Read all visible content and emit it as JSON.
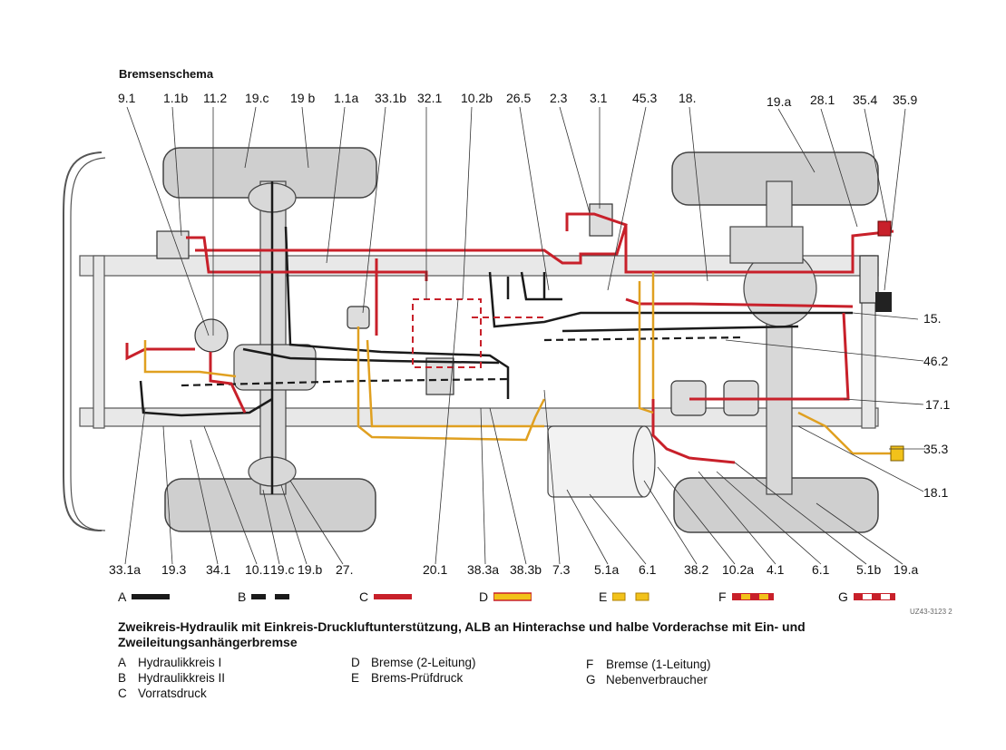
{
  "header": {
    "title": "Bremsenschema"
  },
  "top_labels": [
    "9.1",
    "1.1b",
    "11.2",
    "19.c",
    "19 b",
    "1.1a",
    "33.1b",
    "32.1",
    "10.2b",
    "26.5",
    "2.3",
    "3.1",
    "45.3",
    "18.",
    "19.a",
    "28.1",
    "35.4",
    "35.9"
  ],
  "right_labels": [
    "15.",
    "46.2",
    "17.1",
    "35.3",
    "18.1"
  ],
  "bottom_labels": [
    "33.1a",
    "19.3",
    "34.1",
    "10.1",
    "19.c",
    "19.b",
    "27.",
    "20.1",
    "38.3a",
    "38.3b",
    "7.3",
    "5.1a",
    "6.1",
    "38.2",
    "10.2a",
    "4.1",
    "6.1",
    "5.1b",
    "19.a"
  ],
  "legend": [
    {
      "letter": "A",
      "c1": "#1a1a1a",
      "c2": "#1a1a1a",
      "pattern": "solid"
    },
    {
      "letter": "B",
      "c1": "#1a1a1a",
      "c2": "#ffffff",
      "pattern": "dashed"
    },
    {
      "letter": "C",
      "c1": "#c8202a",
      "c2": "#c8202a",
      "pattern": "solid"
    },
    {
      "letter": "D",
      "c1": "#f2c21a",
      "c2": "#c8202a",
      "pattern": "solid"
    },
    {
      "letter": "E",
      "c1": "#f2c21a",
      "c2": "#ffffff",
      "pattern": "dashed"
    },
    {
      "letter": "F",
      "c1": "#c8202a",
      "c2": "#f2c21a",
      "pattern": "alt"
    },
    {
      "letter": "G",
      "c1": "#c8202a",
      "c2": "#ffffff",
      "pattern": "alt"
    }
  ],
  "doc_code": "UZ43-3123 2",
  "caption": "Zweikreis-Hydraulik mit Einkreis-Druckluftunterstützung, ALB an Hinterachse und halbe Vorderachse mit Ein- und Zweileitungsanhängerbremse",
  "key_items": [
    {
      "letter": "A",
      "text": "Hydraulikkreis I"
    },
    {
      "letter": "B",
      "text": "Hydraulikkreis II"
    },
    {
      "letter": "C",
      "text": "Vorratsdruck"
    },
    {
      "letter": "D",
      "text": "Bremse (2-Leitung)"
    },
    {
      "letter": "E",
      "text": "Brems-Prüfdruck"
    },
    {
      "letter": "F",
      "text": "Bremse (1-Leitung)"
    },
    {
      "letter": "G",
      "text": "Nebenverbraucher"
    }
  ],
  "colors": {
    "hydraulic": "#1a1a1a",
    "supply": "#c8202a",
    "yellow": "#f2c21a",
    "wheel": "#c9c9c9"
  }
}
